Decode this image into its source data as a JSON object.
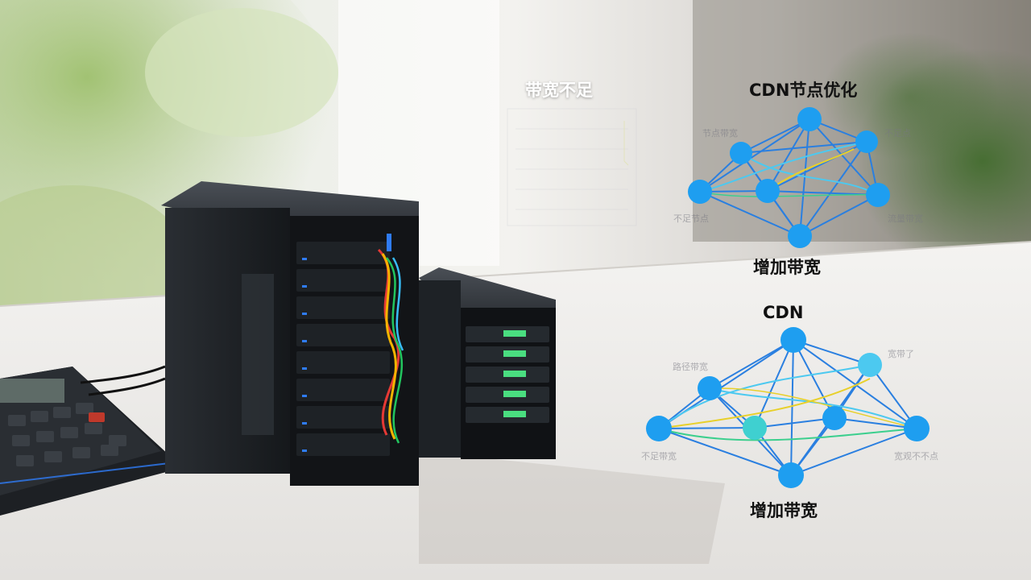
{
  "labels": {
    "bandwidth_shortage": "带宽不足",
    "cdn_optimization": "CDN节点优化",
    "increase_bandwidth_top": "增加带宽",
    "cdn": "CDN",
    "increase_bandwidth_bottom": "增加带宽"
  },
  "faint_labels": {
    "top_left": "节点带宽",
    "top_right": "不足点",
    "top_lower_left": "不足节点",
    "top_lower_right": "流量带宽",
    "bottom_upper_left": "路径带宽",
    "bottom_upper_right": "宽带了",
    "bottom_lower_left": "不足带宽",
    "bottom_lower_right": "宽观不不点"
  },
  "colors": {
    "node": "#1e9ef0",
    "node_teal": "#3fd0d0",
    "link_blue": "#2a7fe0",
    "link_cyan": "#4cc9f0",
    "link_yellow": "#e8d02a",
    "link_green": "#3ccf8e"
  }
}
